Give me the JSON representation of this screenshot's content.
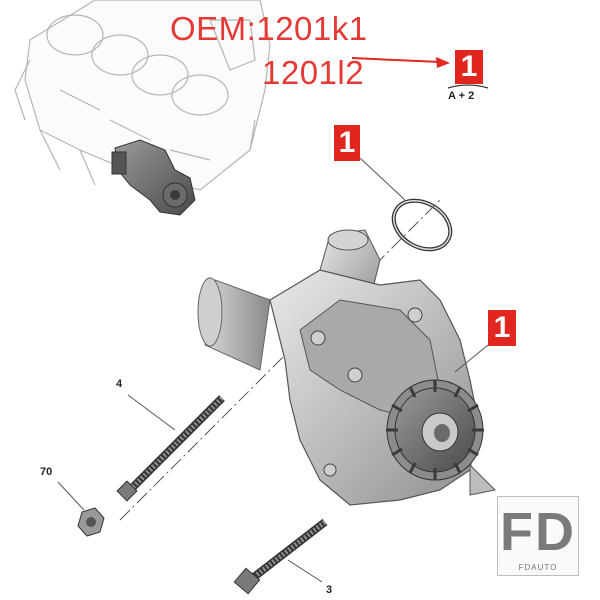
{
  "labels": {
    "oem_line1": "OEM:1201k1",
    "oem_line2": "1201l2",
    "ref_top": "1",
    "ref_top_sub": "A + 2",
    "ref_seal": "1",
    "ref_pump": "1",
    "callout_bolt_long": "4",
    "callout_nut": "70",
    "callout_bolt_short": "3"
  },
  "watermark": {
    "logo": "FD",
    "name": "FDAUTO"
  },
  "colors": {
    "accent_red": "#e0261f",
    "oem_red": "#e53935",
    "line": "#444444",
    "metal": "#c8c8c8"
  }
}
